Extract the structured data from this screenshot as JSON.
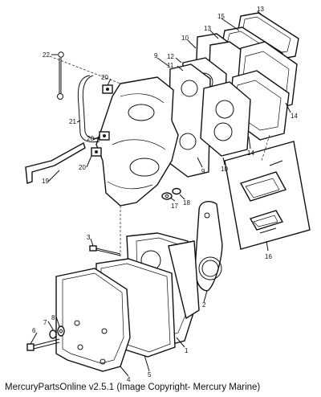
{
  "callouts": {
    "c1": "1",
    "c2": "2",
    "c3": "3",
    "c4": "4",
    "c5": "5",
    "c6": "6",
    "c7": "7",
    "c8": "8",
    "c9a": "9",
    "c9b": "9",
    "c10a": "10",
    "c10b": "10",
    "c11": "11",
    "c12": "12",
    "c13a": "13",
    "c13b": "13",
    "c14a": "14",
    "c14b": "14",
    "c15": "15",
    "c16": "16",
    "c17": "17",
    "c18": "18",
    "c19": "19",
    "c20a": "20",
    "c20b": "20",
    "c20c": "20",
    "c21": "21",
    "c22": "22"
  },
  "footer": {
    "text": "MercuryPartsOnline v2.5.1 (Image Copyright- Mercury Marine)"
  }
}
